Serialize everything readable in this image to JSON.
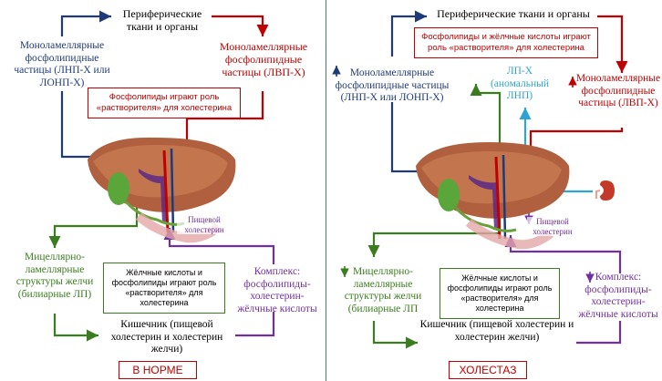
{
  "colors": {
    "dark_blue": "#1f3a7a",
    "red": "#c00000",
    "green": "#3a7d1e",
    "purple": "#7030a0",
    "cyan": "#2ea3d6",
    "panel_divider": "#4a6fa5"
  },
  "left": {
    "top_node": "Периферические ткани и органы",
    "lnp_node": "Моноламеллярные фосфолипидные частицы (ЛНП-Х или ЛОНП-Х)",
    "lvp_node": "Моноламеллярные фосфолипидные частицы (ЛВП-Х)",
    "red_box": "Фосфолипиды играют роль «растворителя» для холестерина",
    "dietary_label": "Пищевой холестерин",
    "micellar_node": "Мицеллярно-ламеллярные структуры желчи (билиарные ЛП)",
    "green_box": "Жёлчные кислоты и фосфолипиды играют роль «растворителя» для холестерина",
    "complex_node": "Комплекс: фосфолипиды-холестерин-жёлчные кислоты",
    "intestine_node": "Кишечник (пищевой холестерин и холестерин желчи)",
    "footer": "В НОРМЕ"
  },
  "right": {
    "top_node": "Периферические ткани и органы",
    "red_box": "Фосфолипиды и жёлчные кислоты играют роль «растворителя» для холестерина",
    "lnp_node": "Моноламеллярные фосфолипидные частицы (ЛНП-Х или ЛОНП-Х)",
    "lpx_node": "ЛП-Х (аномальный ЛНП)",
    "lvp_node": "Моноламеллярные фосфолипидные частицы (ЛВП-Х)",
    "dietary_label": "Пищевой холестерин",
    "micellar_node": "Мицеллярно-ламеллярные структуры желчи (билиарные ЛП",
    "green_box": "Жёлчные кислоты и фосфолипиды играют роль «растворителя» для холестерина",
    "complex_node": "Комплекс: фосфолипиды-холестерин-жёлчные кислоты",
    "intestine_node": "Кишечник (пищевой холестерин и холестерин желчи)",
    "footer": "ХОЛЕСТАЗ"
  }
}
